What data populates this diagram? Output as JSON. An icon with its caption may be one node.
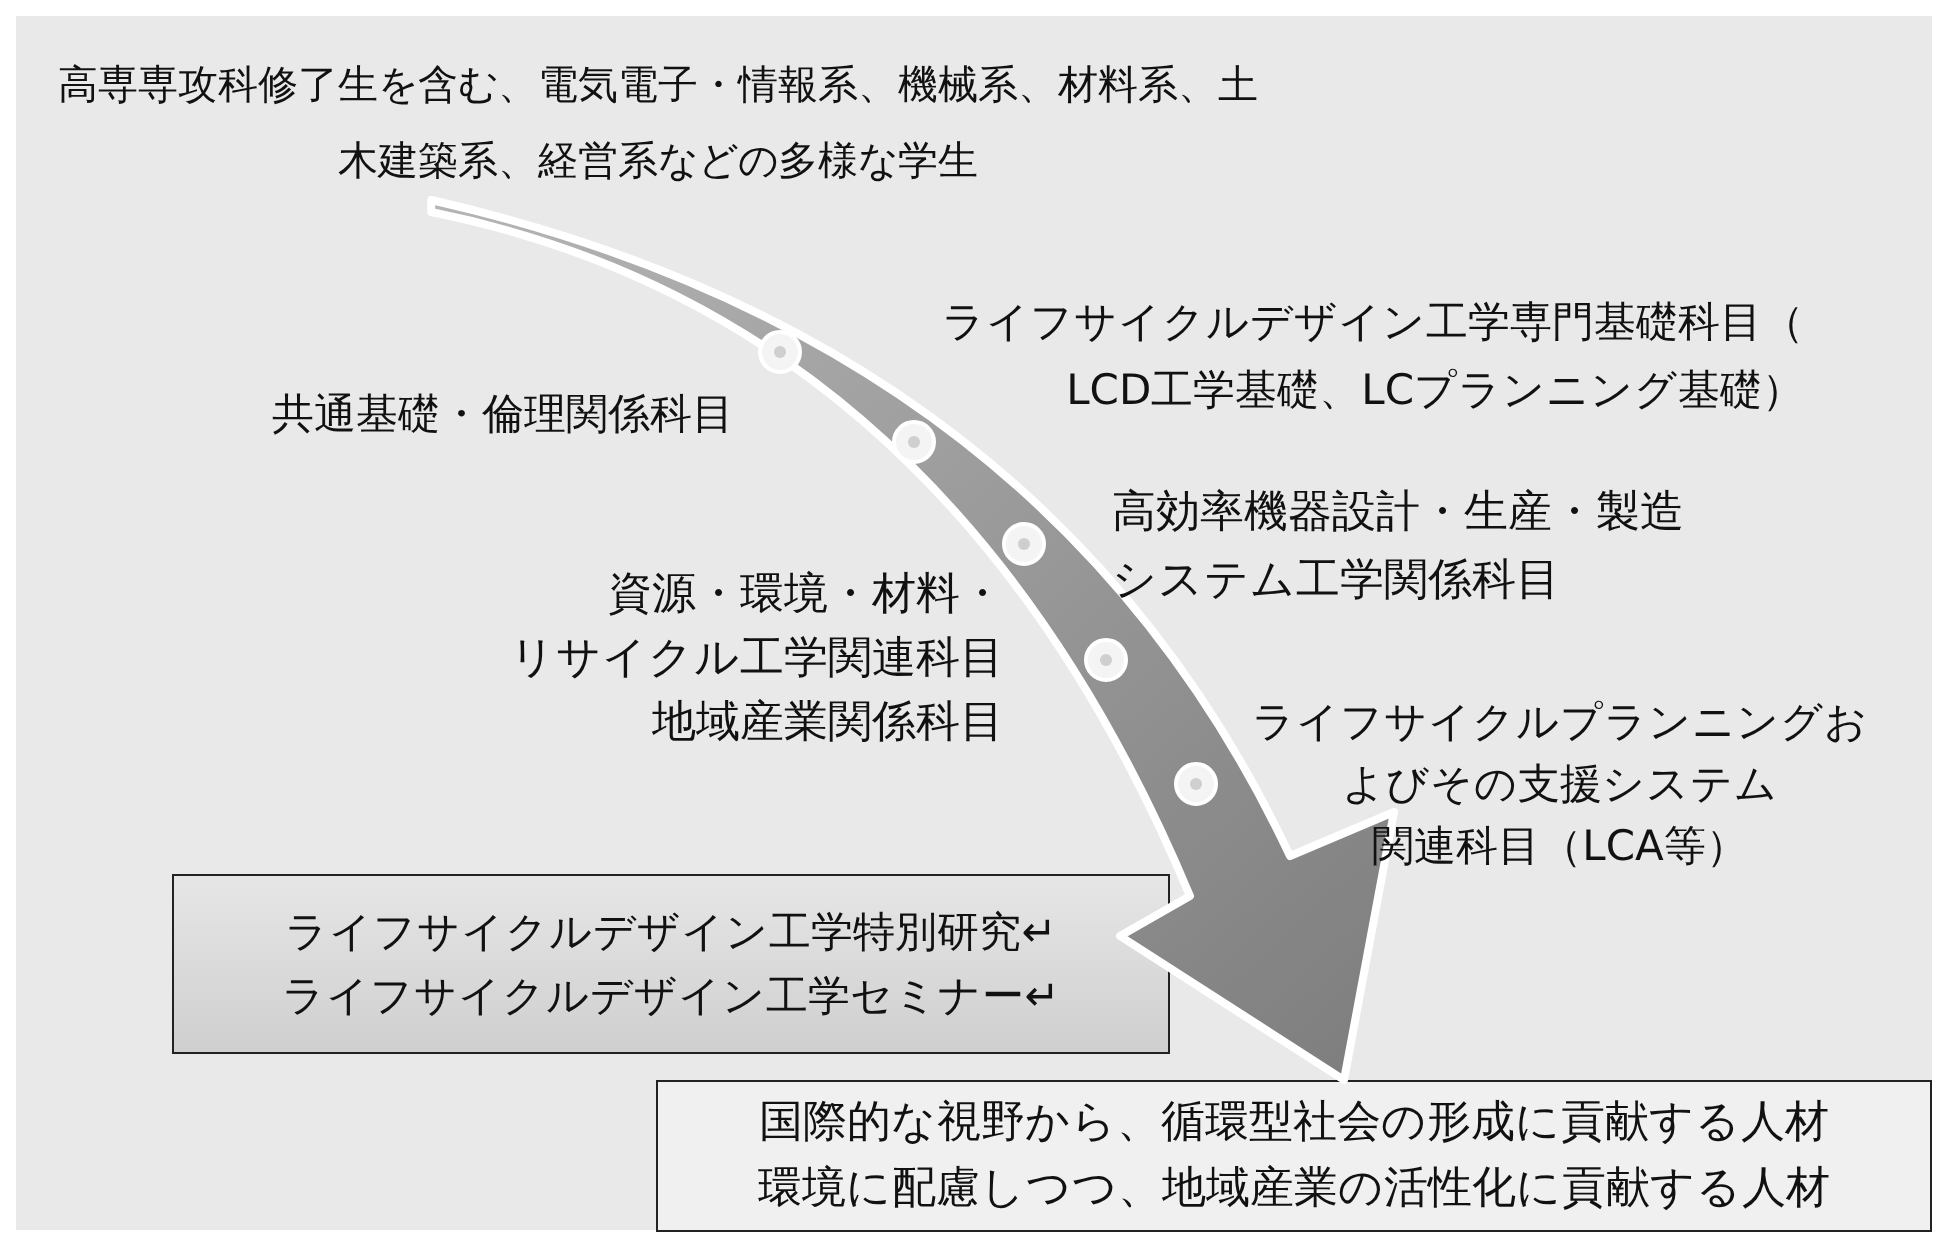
{
  "diagram": {
    "nodes": [
      {
        "text": [
          "高専専攻科修了生を含む、電気電子・情報系、機械系、材料系、土木建築系、経営系などの多様な学生"
        ]
      },
      {
        "text": [
          "ライフサイクルデザイン工学特別研究↵",
          "ライフサイクルデザイン工学セミナー↵"
        ]
      },
      {
        "text": [
          "国際的な視野から、循環型社会の形成に貢献する人材",
          "環境に配慮しつつ、地域産業の活性化に貢献する人材"
        ]
      }
    ],
    "edges": [
      {
        "from": 0,
        "to": 2,
        "arrow": "to"
      }
    ],
    "labels": [
      "ライフサイクルデザイン工学専門基礎科目（LCD工学基礎、LCプランニング基礎）",
      "共通基礎・倫理関係科目",
      "高効率機器設計・生産・製造システム工学関係科目",
      "資源・環境・材料・リサイクル工学関連科目地域産業関係科目",
      "ライフサイクルプランニングおよびその支援システム関連科目（LCA等）"
    ]
  }
}
